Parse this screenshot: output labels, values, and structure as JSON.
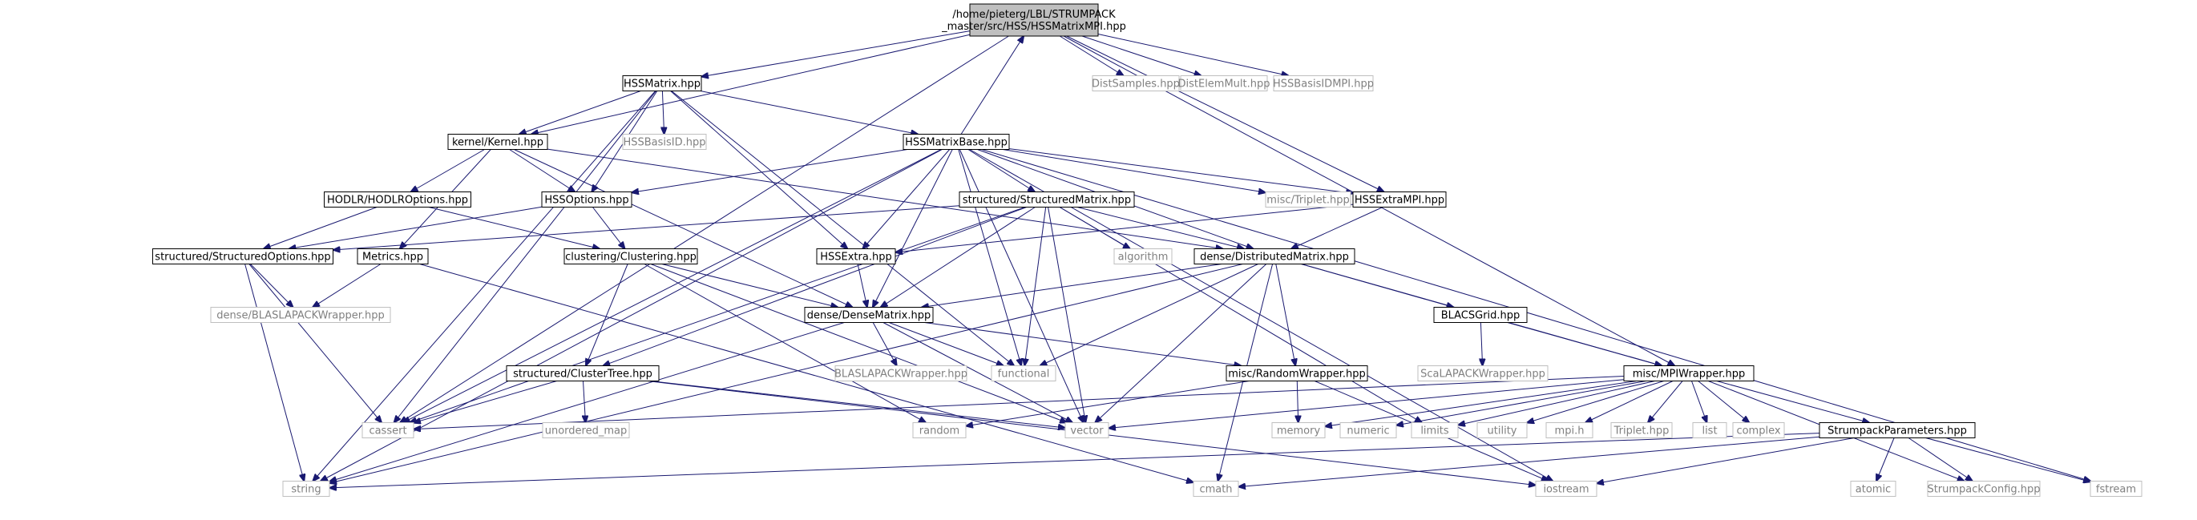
{
  "diagram": {
    "colors": {
      "edge": "#191970",
      "root_fill": "#bfbfbf",
      "internal_border": "#000000",
      "external_border": "#bfbfbf",
      "internal_text": "#000000",
      "external_text": "#808080"
    },
    "nodes": [
      {
        "id": "root",
        "kind": "root",
        "lines": [
          "/home/pieterg/LBL/STRUMPACK",
          "_master/src/HSS/HSSMatrixMPI.hpp"
        ]
      },
      {
        "id": "hssmatrix",
        "kind": "internal",
        "lines": [
          "HSSMatrix.hpp"
        ]
      },
      {
        "id": "distsamples",
        "kind": "external",
        "lines": [
          "DistSamples.hpp"
        ]
      },
      {
        "id": "distelemmult",
        "kind": "external",
        "lines": [
          "DistElemMult.hpp"
        ]
      },
      {
        "id": "hssbasisidmpi",
        "kind": "external",
        "lines": [
          "HSSBasisIDMPI.hpp"
        ]
      },
      {
        "id": "kernel",
        "kind": "internal",
        "lines": [
          "kernel/Kernel.hpp"
        ]
      },
      {
        "id": "hssbasisid",
        "kind": "external",
        "lines": [
          "HSSBasisID.hpp"
        ]
      },
      {
        "id": "hssmatrixbase",
        "kind": "internal",
        "lines": [
          "HSSMatrixBase.hpp"
        ]
      },
      {
        "id": "hodlroptions",
        "kind": "internal",
        "lines": [
          "HODLR/HODLROptions.hpp"
        ]
      },
      {
        "id": "hssoptions",
        "kind": "internal",
        "lines": [
          "HSSOptions.hpp"
        ]
      },
      {
        "id": "structuredmatrix",
        "kind": "internal",
        "lines": [
          "structured/StructuredMatrix.hpp"
        ]
      },
      {
        "id": "triplet",
        "kind": "external",
        "lines": [
          "misc/Triplet.hpp"
        ]
      },
      {
        "id": "hssextrampi",
        "kind": "internal",
        "lines": [
          "HSSExtraMPI.hpp"
        ]
      },
      {
        "id": "structuredoptions",
        "kind": "internal",
        "lines": [
          "structured/StructuredOptions.hpp"
        ]
      },
      {
        "id": "metrics",
        "kind": "internal",
        "lines": [
          "Metrics.hpp"
        ]
      },
      {
        "id": "clustering",
        "kind": "internal",
        "lines": [
          "clustering/Clustering.hpp"
        ]
      },
      {
        "id": "hssextra",
        "kind": "internal",
        "lines": [
          "HSSExtra.hpp"
        ]
      },
      {
        "id": "algorithm",
        "kind": "external",
        "lines": [
          "algorithm"
        ]
      },
      {
        "id": "distributedmatrix",
        "kind": "internal",
        "lines": [
          "dense/DistributedMatrix.hpp"
        ]
      },
      {
        "id": "blaslapackwrapper_d",
        "kind": "external",
        "lines": [
          "dense/BLASLAPACKWrapper.hpp"
        ]
      },
      {
        "id": "densematrix",
        "kind": "internal",
        "lines": [
          "dense/DenseMatrix.hpp"
        ]
      },
      {
        "id": "blacsgrid",
        "kind": "internal",
        "lines": [
          "BLACSGrid.hpp"
        ]
      },
      {
        "id": "clustertree",
        "kind": "internal",
        "lines": [
          "structured/ClusterTree.hpp"
        ]
      },
      {
        "id": "blaslapackwrapper",
        "kind": "external",
        "lines": [
          "BLASLAPACKWrapper.hpp"
        ]
      },
      {
        "id": "functional",
        "kind": "external",
        "lines": [
          "functional"
        ]
      },
      {
        "id": "randomwrapper",
        "kind": "internal",
        "lines": [
          "misc/RandomWrapper.hpp"
        ]
      },
      {
        "id": "scalapackwrapper",
        "kind": "external",
        "lines": [
          "ScaLAPACKWrapper.hpp"
        ]
      },
      {
        "id": "mpiwrapper",
        "kind": "internal",
        "lines": [
          "misc/MPIWrapper.hpp"
        ]
      },
      {
        "id": "cassert",
        "kind": "external",
        "lines": [
          "cassert"
        ]
      },
      {
        "id": "unordered_map",
        "kind": "external",
        "lines": [
          "unordered_map"
        ]
      },
      {
        "id": "random",
        "kind": "external",
        "lines": [
          "random"
        ]
      },
      {
        "id": "vector",
        "kind": "external",
        "lines": [
          "vector"
        ]
      },
      {
        "id": "memory",
        "kind": "external",
        "lines": [
          "memory"
        ]
      },
      {
        "id": "numeric",
        "kind": "external",
        "lines": [
          "numeric"
        ]
      },
      {
        "id": "limits",
        "kind": "external",
        "lines": [
          "limits"
        ]
      },
      {
        "id": "utility",
        "kind": "external",
        "lines": [
          "utility"
        ]
      },
      {
        "id": "mpih",
        "kind": "external",
        "lines": [
          "mpi.h"
        ]
      },
      {
        "id": "triplethpp",
        "kind": "external",
        "lines": [
          "Triplet.hpp"
        ]
      },
      {
        "id": "list",
        "kind": "external",
        "lines": [
          "list"
        ]
      },
      {
        "id": "complex",
        "kind": "external",
        "lines": [
          "complex"
        ]
      },
      {
        "id": "strumpackparameters",
        "kind": "internal",
        "lines": [
          "StrumpackParameters.hpp"
        ]
      },
      {
        "id": "string",
        "kind": "external",
        "lines": [
          "string"
        ]
      },
      {
        "id": "cmath",
        "kind": "external",
        "lines": [
          "cmath"
        ]
      },
      {
        "id": "iostream",
        "kind": "external",
        "lines": [
          "iostream"
        ]
      },
      {
        "id": "atomic",
        "kind": "external",
        "lines": [
          "atomic"
        ]
      },
      {
        "id": "strumpackconfig",
        "kind": "external",
        "lines": [
          "StrumpackConfig.hpp"
        ]
      },
      {
        "id": "fstream",
        "kind": "external",
        "lines": [
          "fstream"
        ]
      }
    ],
    "edges": [
      [
        "root",
        "hssmatrix"
      ],
      [
        "root",
        "distsamples"
      ],
      [
        "root",
        "distelemmult"
      ],
      [
        "root",
        "hssbasisidmpi"
      ],
      [
        "root",
        "kernel"
      ],
      [
        "root",
        "cassert"
      ],
      [
        "root",
        "hssextrampi"
      ],
      [
        "root",
        "mpiwrapper"
      ],
      [
        "hssmatrix",
        "kernel"
      ],
      [
        "hssmatrix",
        "hssbasisid"
      ],
      [
        "hssmatrix",
        "hssmatrixbase"
      ],
      [
        "hssmatrix",
        "hssoptions"
      ],
      [
        "hssmatrix",
        "hssextra"
      ],
      [
        "hssmatrix",
        "functional"
      ],
      [
        "hssmatrix",
        "cassert"
      ],
      [
        "hssmatrix",
        "string"
      ],
      [
        "hssmatrixbase",
        "root"
      ],
      [
        "hssmatrixbase",
        "hssoptions"
      ],
      [
        "hssmatrixbase",
        "structuredmatrix"
      ],
      [
        "hssmatrixbase",
        "triplet"
      ],
      [
        "hssmatrixbase",
        "hssextrampi"
      ],
      [
        "hssmatrixbase",
        "hssextra"
      ],
      [
        "hssmatrixbase",
        "distributedmatrix"
      ],
      [
        "hssmatrixbase",
        "densematrix"
      ],
      [
        "hssmatrixbase",
        "functional"
      ],
      [
        "hssmatrixbase",
        "cassert"
      ],
      [
        "hssmatrixbase",
        "string"
      ],
      [
        "hssmatrixbase",
        "vector"
      ],
      [
        "hssmatrixbase",
        "iostream"
      ],
      [
        "hssmatrixbase",
        "fstream"
      ],
      [
        "kernel",
        "hodlroptions"
      ],
      [
        "kernel",
        "hssoptions"
      ],
      [
        "kernel",
        "metrics"
      ],
      [
        "kernel",
        "densematrix"
      ],
      [
        "kernel",
        "distributedmatrix"
      ],
      [
        "hodlroptions",
        "structuredoptions"
      ],
      [
        "hodlroptions",
        "clustering"
      ],
      [
        "hssoptions",
        "structuredoptions"
      ],
      [
        "hssoptions",
        "clustering"
      ],
      [
        "structuredmatrix",
        "structuredoptions"
      ],
      [
        "structuredmatrix",
        "clustertree"
      ],
      [
        "structuredmatrix",
        "densematrix"
      ],
      [
        "structuredmatrix",
        "distributedmatrix"
      ],
      [
        "structuredmatrix",
        "algorithm"
      ],
      [
        "structuredmatrix",
        "functional"
      ],
      [
        "structuredmatrix",
        "vector"
      ],
      [
        "structuredmatrix",
        "cassert"
      ],
      [
        "structuredmatrix",
        "limits"
      ],
      [
        "hssextrampi",
        "hssextra"
      ],
      [
        "hssextrampi",
        "distributedmatrix"
      ],
      [
        "structuredoptions",
        "blaslapackwrapper_d"
      ],
      [
        "structuredoptions",
        "cassert"
      ],
      [
        "structuredoptions",
        "string"
      ],
      [
        "metrics",
        "blaslapackwrapper_d"
      ],
      [
        "metrics",
        "cmath"
      ],
      [
        "clustering",
        "clustertree"
      ],
      [
        "clustering",
        "densematrix"
      ],
      [
        "clustering",
        "random"
      ],
      [
        "clustering",
        "vector"
      ],
      [
        "hssextra",
        "densematrix"
      ],
      [
        "distributedmatrix",
        "densematrix"
      ],
      [
        "distributedmatrix",
        "blacsgrid"
      ],
      [
        "distributedmatrix",
        "randomwrapper"
      ],
      [
        "distributedmatrix",
        "mpiwrapper"
      ],
      [
        "distributedmatrix",
        "functional"
      ],
      [
        "distributedmatrix",
        "vector"
      ],
      [
        "distributedmatrix",
        "cmath"
      ],
      [
        "distributedmatrix",
        "string"
      ],
      [
        "densematrix",
        "blaslapackwrapper"
      ],
      [
        "densematrix",
        "functional"
      ],
      [
        "densematrix",
        "randomwrapper"
      ],
      [
        "densematrix",
        "vector"
      ],
      [
        "densematrix",
        "string"
      ],
      [
        "blacsgrid",
        "scalapackwrapper"
      ],
      [
        "blacsgrid",
        "mpiwrapper"
      ],
      [
        "clustertree",
        "cassert"
      ],
      [
        "clustertree",
        "unordered_map"
      ],
      [
        "clustertree",
        "vector"
      ],
      [
        "clustertree",
        "iostream"
      ],
      [
        "randomwrapper",
        "random"
      ],
      [
        "randomwrapper",
        "memory"
      ],
      [
        "randomwrapper",
        "iostream"
      ],
      [
        "mpiwrapper",
        "cassert"
      ],
      [
        "mpiwrapper",
        "vector"
      ],
      [
        "mpiwrapper",
        "memory"
      ],
      [
        "mpiwrapper",
        "numeric"
      ],
      [
        "mpiwrapper",
        "limits"
      ],
      [
        "mpiwrapper",
        "utility"
      ],
      [
        "mpiwrapper",
        "mpih"
      ],
      [
        "mpiwrapper",
        "triplethpp"
      ],
      [
        "mpiwrapper",
        "list"
      ],
      [
        "mpiwrapper",
        "complex"
      ],
      [
        "mpiwrapper",
        "strumpackparameters"
      ],
      [
        "mpiwrapper",
        "strumpackconfig"
      ],
      [
        "strumpackparameters",
        "string"
      ],
      [
        "strumpackparameters",
        "cmath"
      ],
      [
        "strumpackparameters",
        "iostream"
      ],
      [
        "strumpackparameters",
        "atomic"
      ],
      [
        "strumpackparameters",
        "strumpackconfig"
      ],
      [
        "strumpackparameters",
        "fstream"
      ]
    ]
  }
}
